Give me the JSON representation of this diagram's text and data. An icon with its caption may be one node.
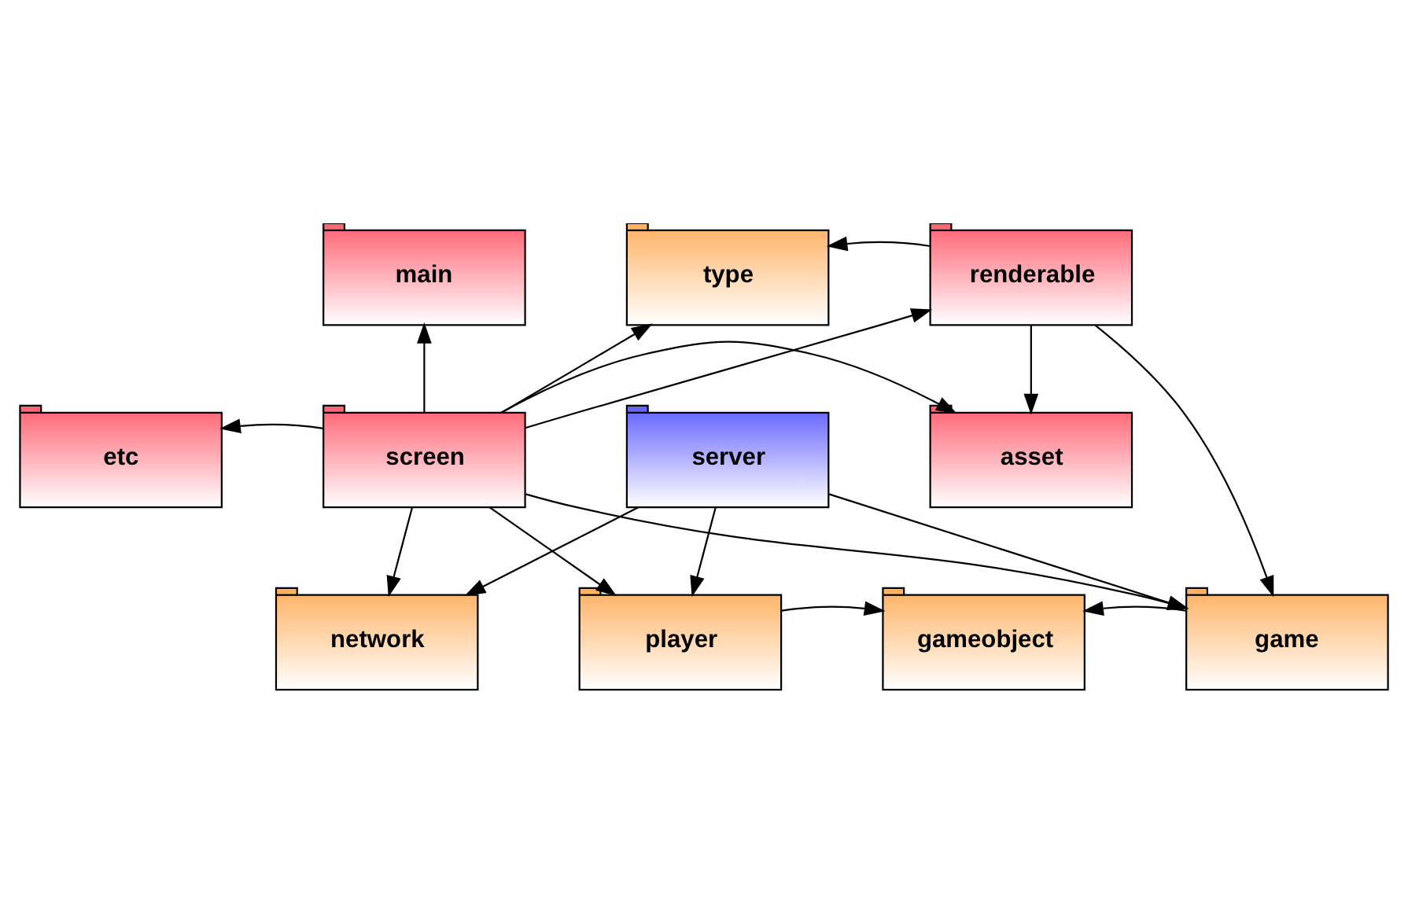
{
  "diagram": {
    "nodes": [
      {
        "text": [
          "main"
        ]
      },
      {
        "text": [
          "type"
        ]
      },
      {
        "text": [
          "renderable"
        ]
      },
      {
        "text": [
          "etc"
        ]
      },
      {
        "text": [
          "screen"
        ]
      },
      {
        "text": [
          "asset"
        ]
      },
      {
        "text": [
          "network"
        ]
      },
      {
        "text": [
          "player"
        ]
      },
      {
        "text": [
          "gameobject"
        ]
      },
      {
        "text": [
          "game"
        ]
      },
      {
        "text": [
          "server"
        ]
      }
    ],
    "edges": [
      {
        "from": 4,
        "to": 0,
        "arrow": "to"
      },
      {
        "from": 4,
        "to": 1,
        "arrow": "to"
      },
      {
        "from": 4,
        "to": 2,
        "arrow": "to"
      },
      {
        "from": 2,
        "to": 1,
        "arrow": "to"
      },
      {
        "from": 2,
        "to": 5,
        "arrow": "to"
      },
      {
        "from": 2,
        "to": 9,
        "arrow": "to"
      },
      {
        "from": 4,
        "to": 3,
        "arrow": "to"
      },
      {
        "from": 4,
        "to": 5,
        "arrow": "to"
      },
      {
        "from": 4,
        "to": 6,
        "arrow": "to"
      },
      {
        "from": 4,
        "to": 7,
        "arrow": "to"
      },
      {
        "from": 4,
        "to": 9,
        "arrow": "to"
      },
      {
        "from": 7,
        "to": 8,
        "arrow": "to"
      },
      {
        "from": 9,
        "to": 8,
        "arrow": "to"
      },
      {
        "from": 10,
        "to": 6,
        "arrow": "to"
      },
      {
        "from": 10,
        "to": 7,
        "arrow": "to"
      },
      {
        "from": 10,
        "to": 9,
        "arrow": "to"
      }
    ]
  }
}
